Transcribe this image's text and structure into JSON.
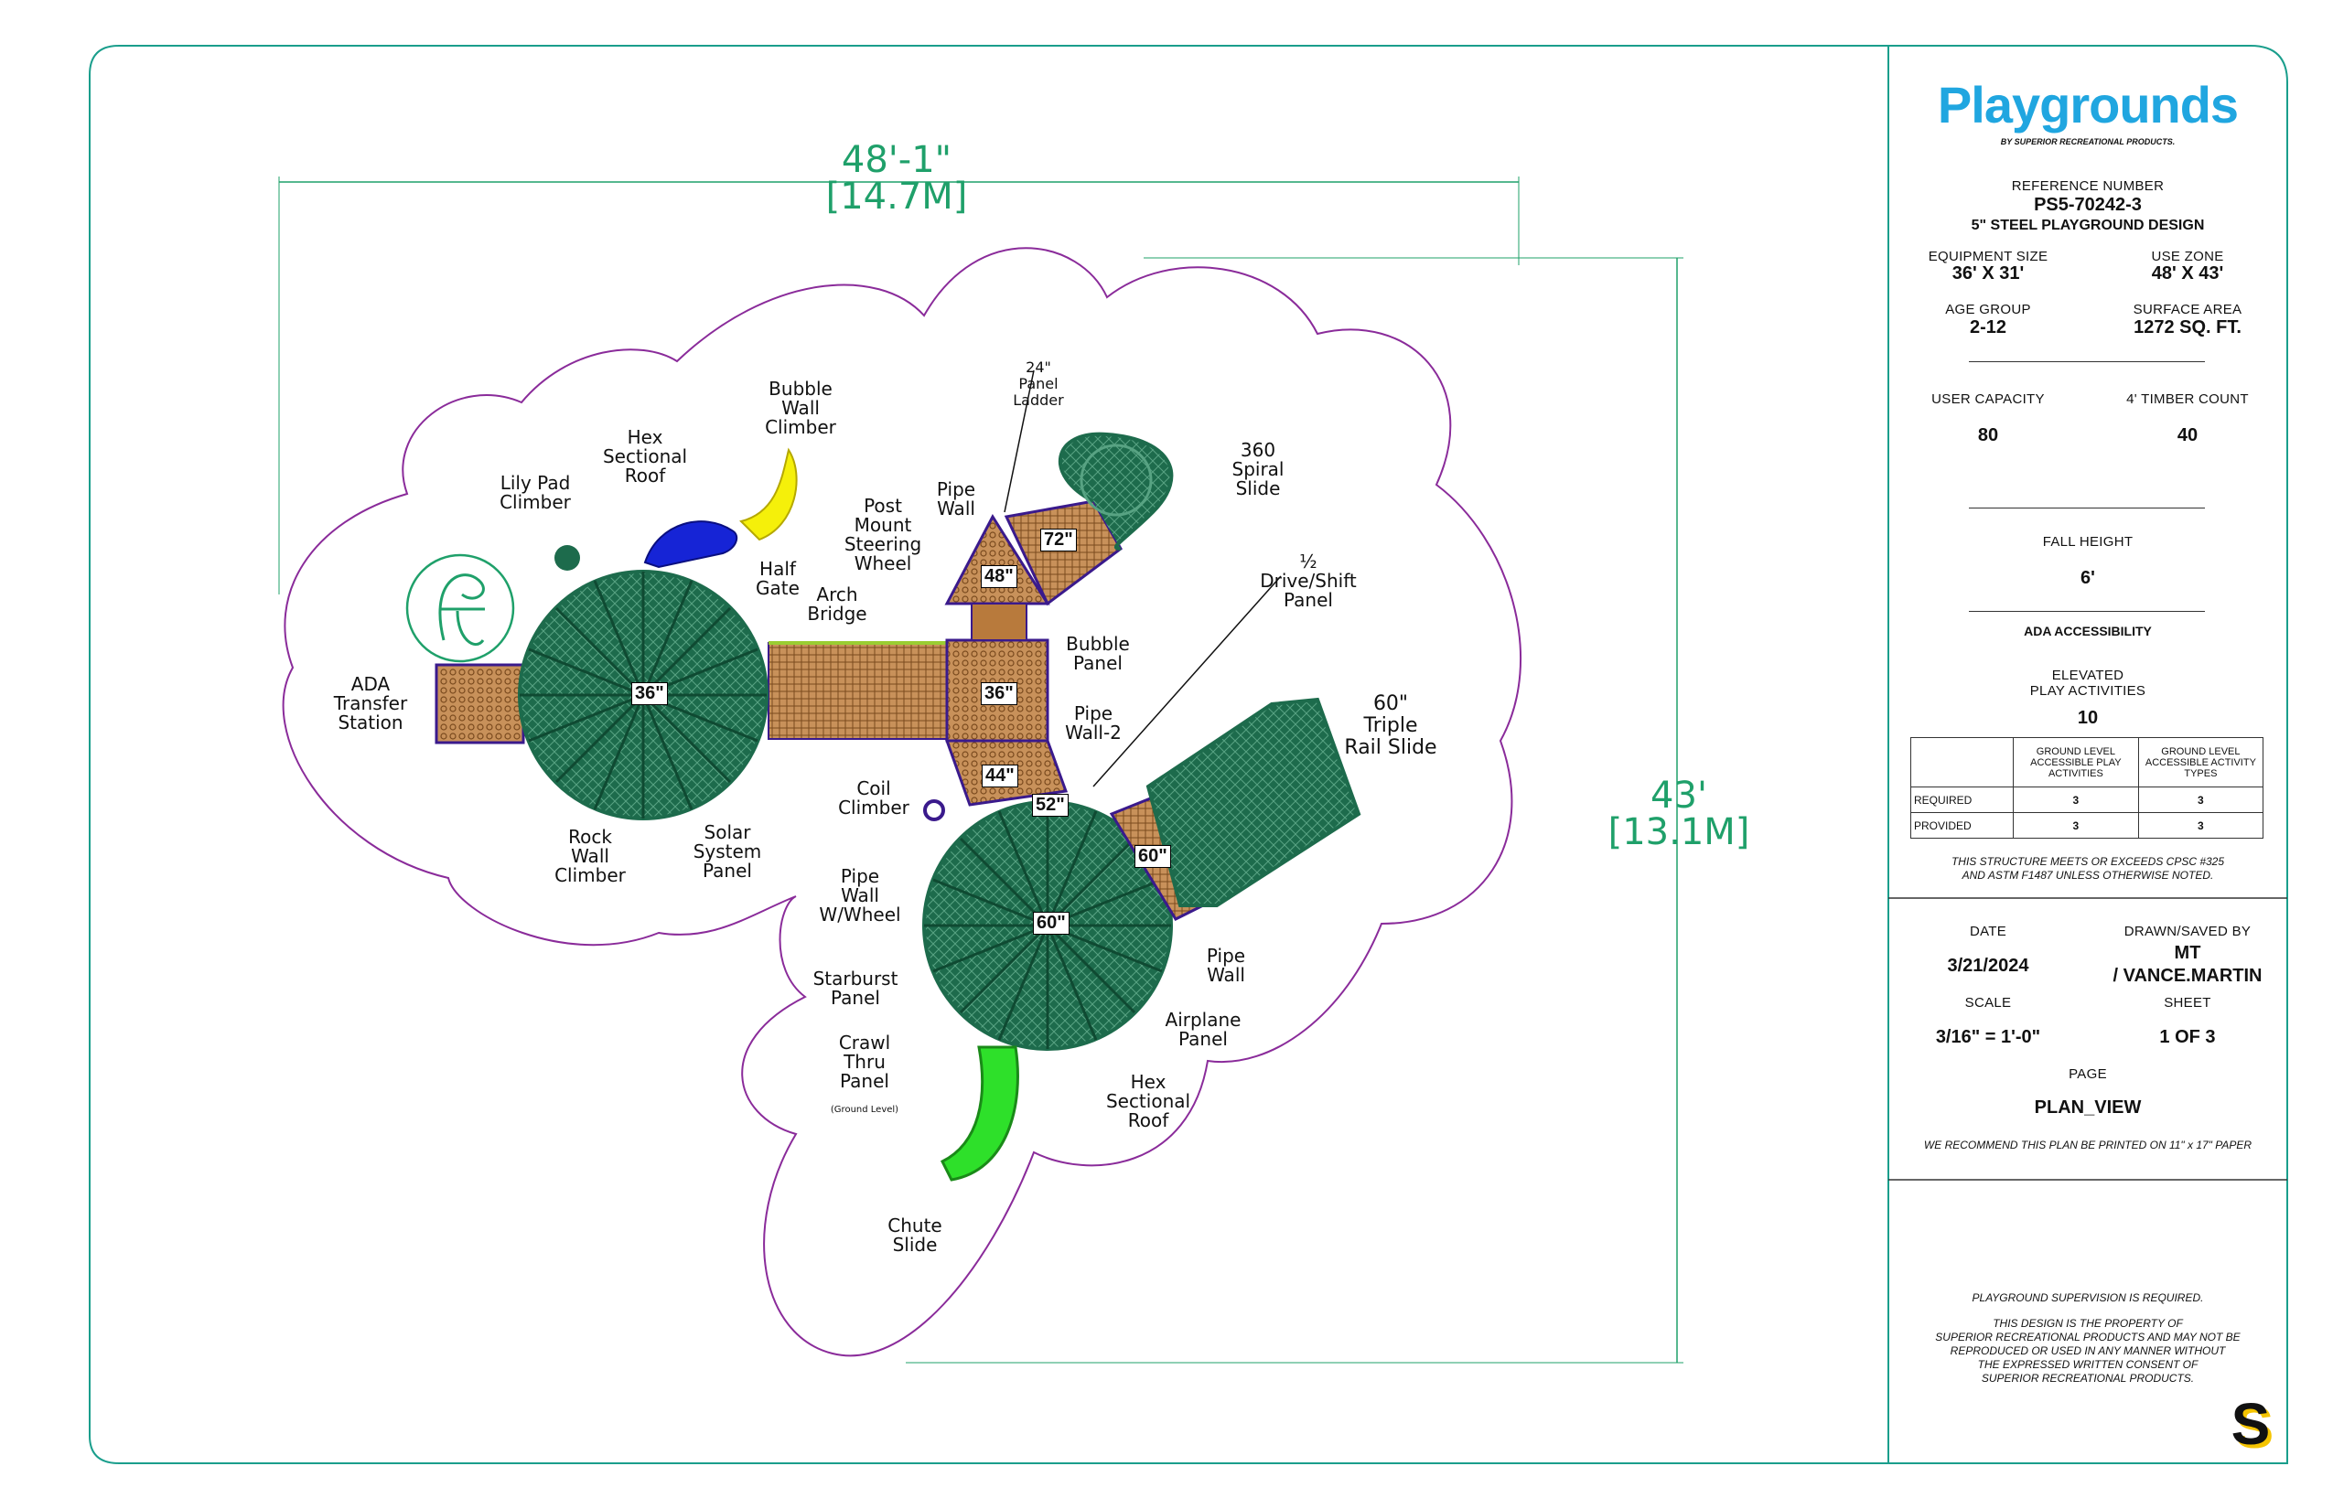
{
  "brand": {
    "logo": "Playgrounds",
    "tagline": "BY SUPERIOR RECREATIONAL PRODUCTS."
  },
  "title_block": {
    "reference_label": "REFERENCE NUMBER",
    "reference_number": "PS5-70242-3",
    "design_name": "5\" STEEL PLAYGROUND DESIGN",
    "equipment_size_label": "EQUIPMENT SIZE",
    "equipment_size": "36' X 31'",
    "use_zone_label": "USE ZONE",
    "use_zone": "48' X 43'",
    "age_group_label": "AGE GROUP",
    "age_group": "2-12",
    "surface_area_label": "SURFACE AREA",
    "surface_area": "1272 SQ. FT.",
    "user_capacity_label": "USER CAPACITY",
    "user_capacity": "80",
    "timber_count_label": "4' TIMBER COUNT",
    "timber_count": "40",
    "fall_height_label": "FALL HEIGHT",
    "fall_height": "6'",
    "ada_label": "ADA ACCESSIBILITY",
    "elevated_label": "ELEVATED\nPLAY ACTIVITIES",
    "elevated_value": "10",
    "ada_table": {
      "headers": [
        "",
        "GROUND LEVEL ACCESSIBLE PLAY ACTIVITIES",
        "GROUND LEVEL ACCESSIBLE ACTIVITY TYPES"
      ],
      "rows": [
        [
          "REQUIRED",
          "3",
          "3"
        ],
        [
          "PROVIDED",
          "3",
          "3"
        ]
      ]
    },
    "cpsc_note": "THIS STRUCTURE MEETS OR EXCEEDS CPSC #325\nAND ASTM F1487 UNLESS OTHERWISE NOTED.",
    "date_label": "DATE",
    "date": "3/21/2024",
    "drawn_label": "DRAWN/SAVED BY",
    "drawn_by": "MT\n/ VANCE.MARTIN",
    "scale_label": "SCALE",
    "scale": "3/16\" = 1'-0\"",
    "sheet_label": "SHEET",
    "sheet": "1 OF 3",
    "page_label": "PAGE",
    "page": "PLAN_VIEW",
    "print_note": "WE RECOMMEND THIS PLAN BE PRINTED ON 11\" x 17\" PAPER",
    "supervision_note": "PLAYGROUND SUPERVISION IS REQUIRED.",
    "property_note": "THIS DESIGN IS THE PROPERTY OF\nSUPERIOR RECREATIONAL PRODUCTS AND MAY NOT BE\nREPRODUCED OR USED IN ANY MANNER WITHOUT\nTHE EXPRESSED WRITTEN CONSENT OF\nSUPERIOR RECREATIONAL PRODUCTS.",
    "corner_logo": "S"
  },
  "dimensions": {
    "width": "48'-1\"\n[14.7M]",
    "depth": "43'\n[13.1M]"
  },
  "deck_heights": [
    "36\"",
    "36\"",
    "48\"",
    "72\"",
    "44\"",
    "52\"",
    "60\"",
    "60\""
  ],
  "labels": {
    "bubble_wall": "Bubble\nWall\nClimber",
    "hex_roof_top": "Hex\nSectional\nRoof",
    "lily_pad": "Lily Pad\nClimber",
    "half_gate": "Half\nGate",
    "arch_bridge": "Arch\nBridge",
    "post_mount": "Post\nMount\nSteering\nWheel",
    "pipe_wall_top": "Pipe\nWall",
    "panel_ladder": "24\"\nPanel\nLadder",
    "spiral_slide": "360\nSpiral\nSlide",
    "drive_shift": "½\nDrive/Shift\nPanel",
    "bubble_panel": "Bubble\nPanel",
    "pipe_wall_2": "Pipe\nWall-2",
    "triple_rail": "60\"\nTriple\nRail Slide",
    "ada_transfer": "ADA\nTransfer\nStation",
    "rock_wall": "Rock\nWall\nClimber",
    "solar_system": "Solar\nSystem\nPanel",
    "coil_climber": "Coil\nClimber",
    "pipe_wall_wheel": "Pipe\nWall\nW/Wheel",
    "starburst": "Starburst\nPanel",
    "crawl_thru": "Crawl\nThru\nPanel",
    "crawl_ground": "(Ground Level)",
    "pipe_wall_bottom": "Pipe\nWall",
    "airplane": "Airplane\nPanel",
    "hex_roof_bottom": "Hex\nSectional\nRoof",
    "chute_slide": "Chute\nSlide"
  },
  "colors": {
    "border": "#1a9e8c",
    "use_zone": "#8a2b9a",
    "dimension": "#1fa06a",
    "roof": "#1d6b4c",
    "deck": "#b87a3c",
    "frame": "#3a1a8c",
    "logo": "#20a6e0",
    "slide_green": "#2ee02a"
  }
}
